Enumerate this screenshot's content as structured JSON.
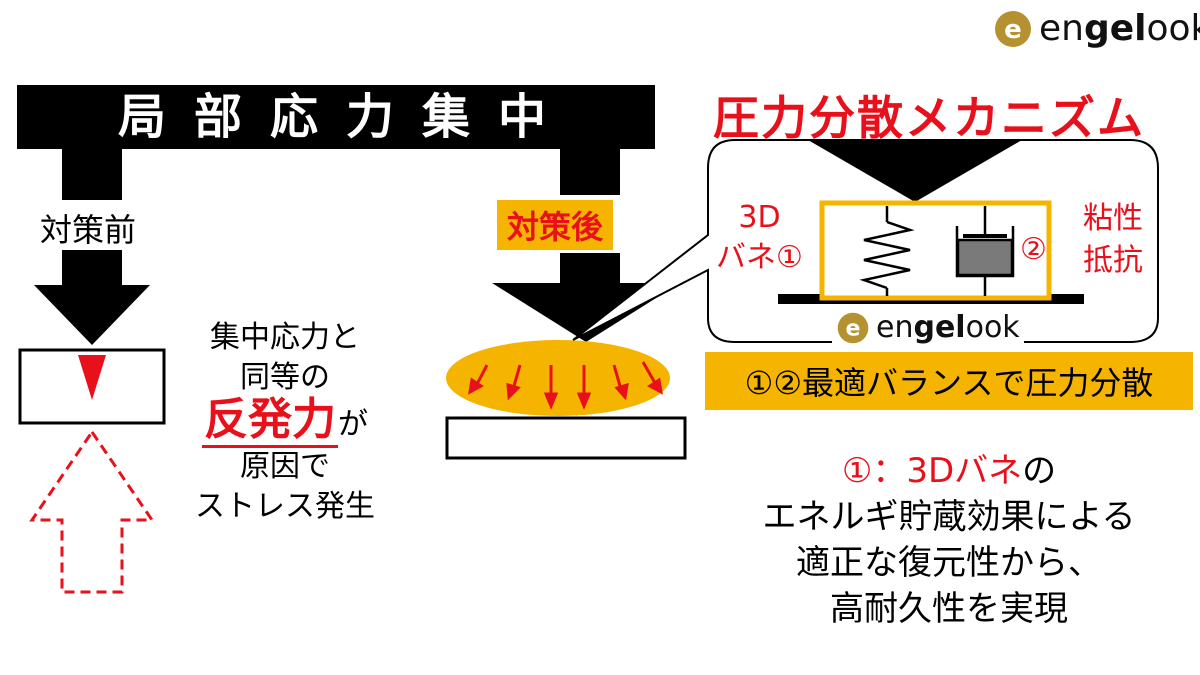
{
  "logo": {
    "text_light_1": "en",
    "text_bold": "gel",
    "text_light_2": "ook"
  },
  "top_bar": {
    "title": "局部応力集中"
  },
  "before": {
    "label": "対策前",
    "desc_line1": "集中応力と",
    "desc_line2": "同等の",
    "emphasis": "反発力",
    "emphasis_suffix": "が",
    "desc_line3": "原因で",
    "desc_line4": "ストレス発生"
  },
  "after": {
    "label": "対策後"
  },
  "mechanism": {
    "title": "圧力分散メカニズム",
    "spring_label_line1": "3D",
    "spring_label_line2": "バネ①",
    "damper_label_num": "②",
    "damper_label_line1": "粘性",
    "damper_label_line2": "抵抗",
    "banner": "①②最適バランスで圧力分散"
  },
  "summary": {
    "line1_red": "①：3Dバネ",
    "line1_black": "の",
    "line2": "エネルギ貯蔵効果による",
    "line3": "適正な復元性から、",
    "line4": "高耐久性を実現"
  },
  "colors": {
    "accent_red": "#e8101a",
    "accent_yellow": "#f5b400",
    "black": "#000000"
  }
}
